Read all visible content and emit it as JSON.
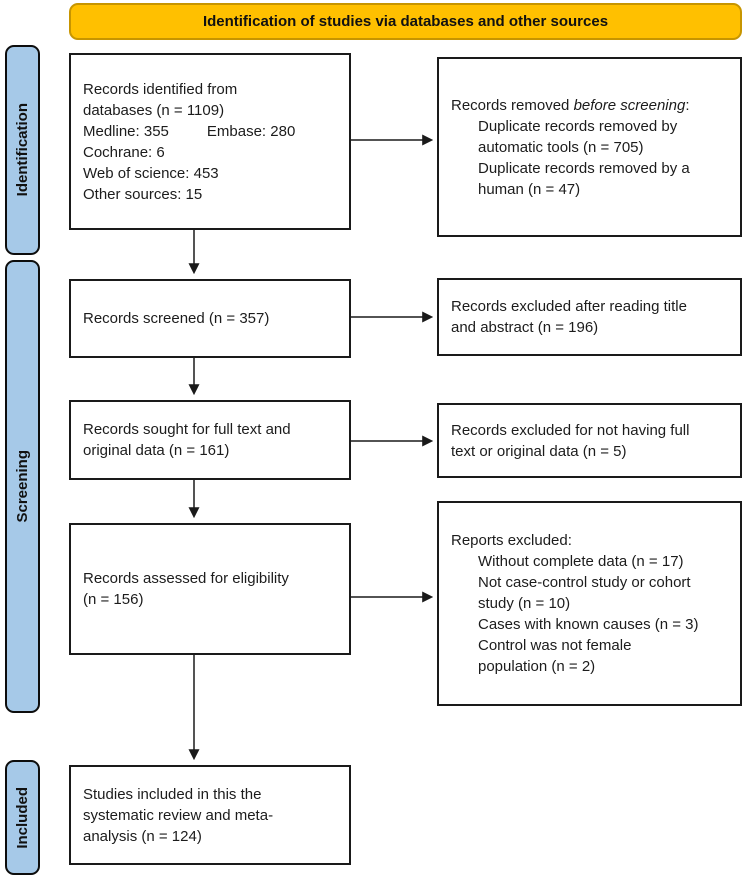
{
  "header": {
    "title": "Identification of studies via databases and other sources"
  },
  "colors": {
    "header_fill": "#FFC000",
    "header_border": "#C79500",
    "stage_fill": "#A6C9E8",
    "line_color": "#1a1a1a",
    "text_color": "#1c1c1c"
  },
  "stages": {
    "identification": "Identification",
    "screening": "Screening",
    "included": "Included"
  },
  "boxes": {
    "identified": {
      "intro": "Records identified from\ndatabases (n = 1109)",
      "medline": "Medline: 355",
      "embase": "Embase: 280",
      "tail": "Cochrane: 6\nWeb of science: 453\nOther sources: 15"
    },
    "removed_before_screening": {
      "title_prefix": "Records removed ",
      "title_italic": "before screening",
      "title_suffix": ":",
      "item1": "Duplicate records removed by\nautomatic tools (n = 705)",
      "item2": "Duplicate records removed by a\nhuman (n = 47)"
    },
    "screened": {
      "text": "Records screened (n = 357)"
    },
    "excluded_title_abstract": {
      "text": "Records excluded after reading title\nand abstract (n = 196)"
    },
    "sought": {
      "text": "Records sought for full text and\noriginal data (n = 161)"
    },
    "excluded_no_fulltext": {
      "text": "Records excluded for not having full\ntext or original data (n = 5)"
    },
    "assessed": {
      "text": "Records assessed for eligibility\n(n = 156)"
    },
    "reports_excluded": {
      "title": "Reports excluded:",
      "item1": "Without complete data (n = 17)",
      "item2": "Not case-control study or cohort\nstudy (n = 10)",
      "item3": "Cases with known causes (n = 3)",
      "item4": "Control was not female\npopulation (n = 2)"
    },
    "included": {
      "text": "Studies included in this the\nsystematic review and meta-\nanalysis (n = 124)"
    }
  }
}
